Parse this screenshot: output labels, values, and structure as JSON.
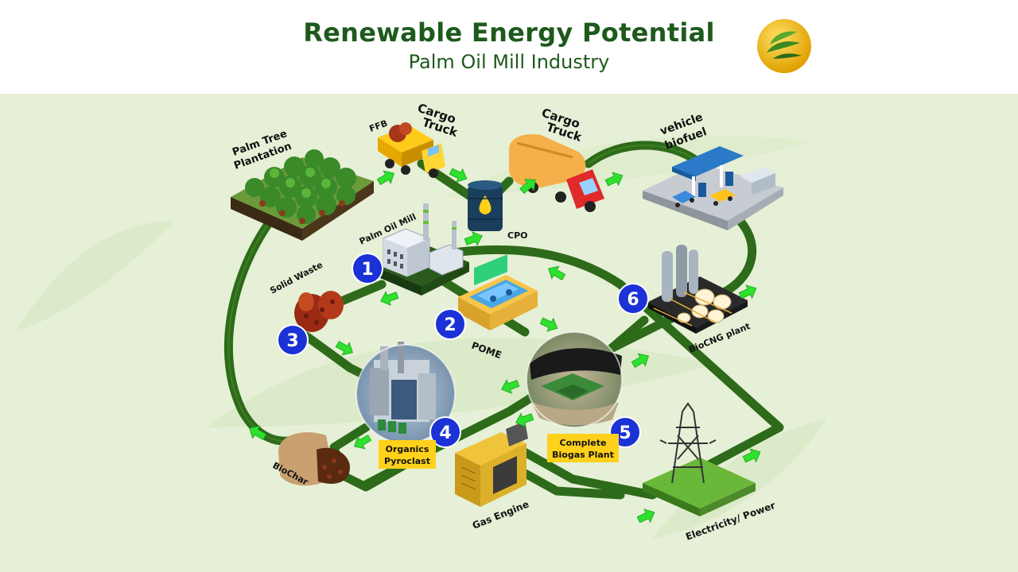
{
  "header": {
    "title": "Renewable Energy Potential",
    "subtitle": "Palm Oil Mill Industry"
  },
  "colors": {
    "background": "#e6f0d6",
    "path": "#2d6b1a",
    "path_dark": "#24561a",
    "arrow": "#2ee12e",
    "badge": "#1b32d6",
    "tag": "#ffd11a",
    "title": "#1e5a1c"
  },
  "labels": {
    "palm_tree_1": "Palm Tree",
    "palm_tree_2": "Plantation",
    "ffb": "FFB",
    "cargo_1_a": "Cargo",
    "cargo_1_b": "Truck",
    "cargo_2_a": "Cargo",
    "cargo_2_b": "Truck",
    "vehicle_1": "vehicle",
    "vehicle_2": "biofuel",
    "palm_oil_mill": "Palm Oil Mill",
    "cpo": "CPO",
    "solid_waste": "Solid Waste",
    "pome": "POME",
    "biocng": "BioCNG plant",
    "biochar": "BioChar",
    "gas_engine": "Gas Engine",
    "electricity": "Electricity/ Power"
  },
  "tags": {
    "pyroclast_1": "Organics",
    "pyroclast_2": "Pyroclast",
    "biogas_1": "Complete",
    "biogas_2": "Biogas Plant"
  },
  "steps": [
    "1",
    "2",
    "3",
    "4",
    "5",
    "6"
  ],
  "icons": [
    "leaf-logo-icon",
    "palm-plantation-icon",
    "ffb-truck-icon",
    "cpo-barrel-icon",
    "tanker-truck-icon",
    "fuel-station-icon",
    "palm-oil-mill-icon",
    "solid-waste-icon",
    "pome-pond-icon",
    "biocng-plant-icon",
    "pyroclast-plant-icon",
    "biogas-plant-icon",
    "gas-engine-icon",
    "biochar-bag-icon",
    "power-tower-icon"
  ]
}
